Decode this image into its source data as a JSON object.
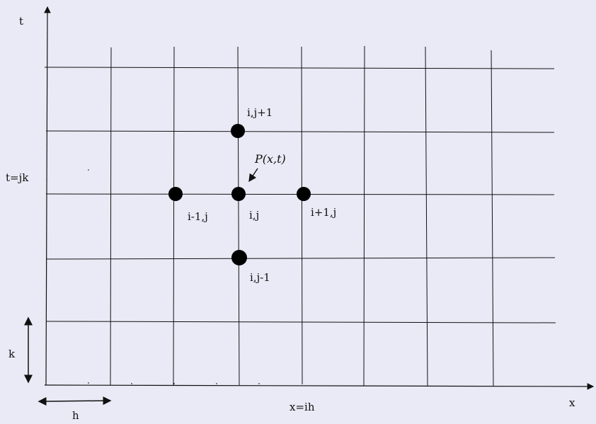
{
  "axes": {
    "t_label": "t",
    "x_label": "x"
  },
  "steps": {
    "time_level": "t=jk",
    "space_position": "x=ih",
    "time_step": "k",
    "space_step": "h"
  },
  "nodes": {
    "top": "i,j+1",
    "left": "i-1,j",
    "center": "i,j",
    "right": "i+1,j",
    "bottom": "i,j-1"
  },
  "point": {
    "label": "P(x,t)"
  },
  "colors": {
    "background": "#eaeaf6",
    "line": "#111111",
    "node": "#000000"
  }
}
